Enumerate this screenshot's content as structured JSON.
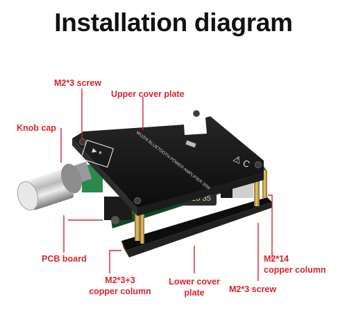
{
  "title": "Installation diagram",
  "labels": {
    "m2x3_screw_top": "M2*3 screw",
    "upper_cover_plate": "Upper cover plate",
    "knob_cap": "Knob cap",
    "pcb_board": "PCB board",
    "m2x3_3_column_line1": "M2*3+3",
    "m2x3_3_column_line2": "copper column",
    "lower_cover_plate_line1": "Lower cover",
    "lower_cover_plate_line2": "plate",
    "m2x3_screw_bottom": "M2*3 screw",
    "m2x14_column_line1": "M2*14",
    "m2x14_column_line2": "copper column"
  },
  "board_print": {
    "model_text": "WUZHI BLUETOOTH POWER AMPLIFIER 30W",
    "capacitor_text": "220 35"
  },
  "colors": {
    "label_red": "#d8232a",
    "title_black": "#111111",
    "plate_black": "#141414",
    "column_brass": "#c9a24a",
    "pcb_green": "#1f6b3a"
  }
}
